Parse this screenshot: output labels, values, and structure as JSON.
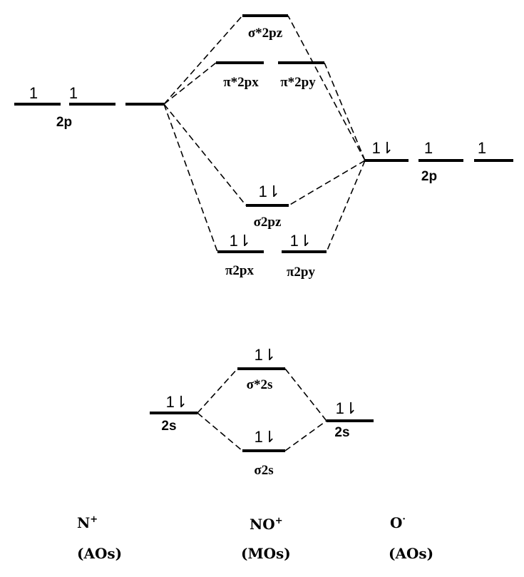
{
  "left_atom": {
    "species": "N",
    "charge": "+",
    "type": "(AOs)",
    "p_label": "2p",
    "p_electrons": [
      "1",
      "1",
      ""
    ],
    "s_label": "2s",
    "s_electrons": "1⇂"
  },
  "right_atom": {
    "species": "O",
    "charge": "·",
    "type": "(AOs)",
    "p_label": "2p",
    "p_electrons": [
      "1⇂",
      "1",
      "1"
    ],
    "s_label": "2s",
    "s_electrons": "1⇂"
  },
  "molecule": {
    "species": "NO",
    "charge": "+",
    "type": "(MOs)"
  },
  "mos": {
    "sigma_star_2pz": {
      "label": "σ*2pz",
      "electrons": ""
    },
    "pi_star_2px": {
      "label": "π*2px",
      "electrons": ""
    },
    "pi_star_2py": {
      "label": "π*2py",
      "electrons": ""
    },
    "sigma_2pz": {
      "label": "σ2pz",
      "electrons": "1⇂"
    },
    "pi_2px": {
      "label": "π2px",
      "electrons": "1⇂"
    },
    "pi_2py": {
      "label": "π2py",
      "electrons": "1⇂"
    },
    "sigma_star_2s": {
      "label": "σ*2s",
      "electrons": "1⇂"
    },
    "sigma_2s": {
      "label": "σ2s",
      "electrons": "1⇂"
    }
  }
}
